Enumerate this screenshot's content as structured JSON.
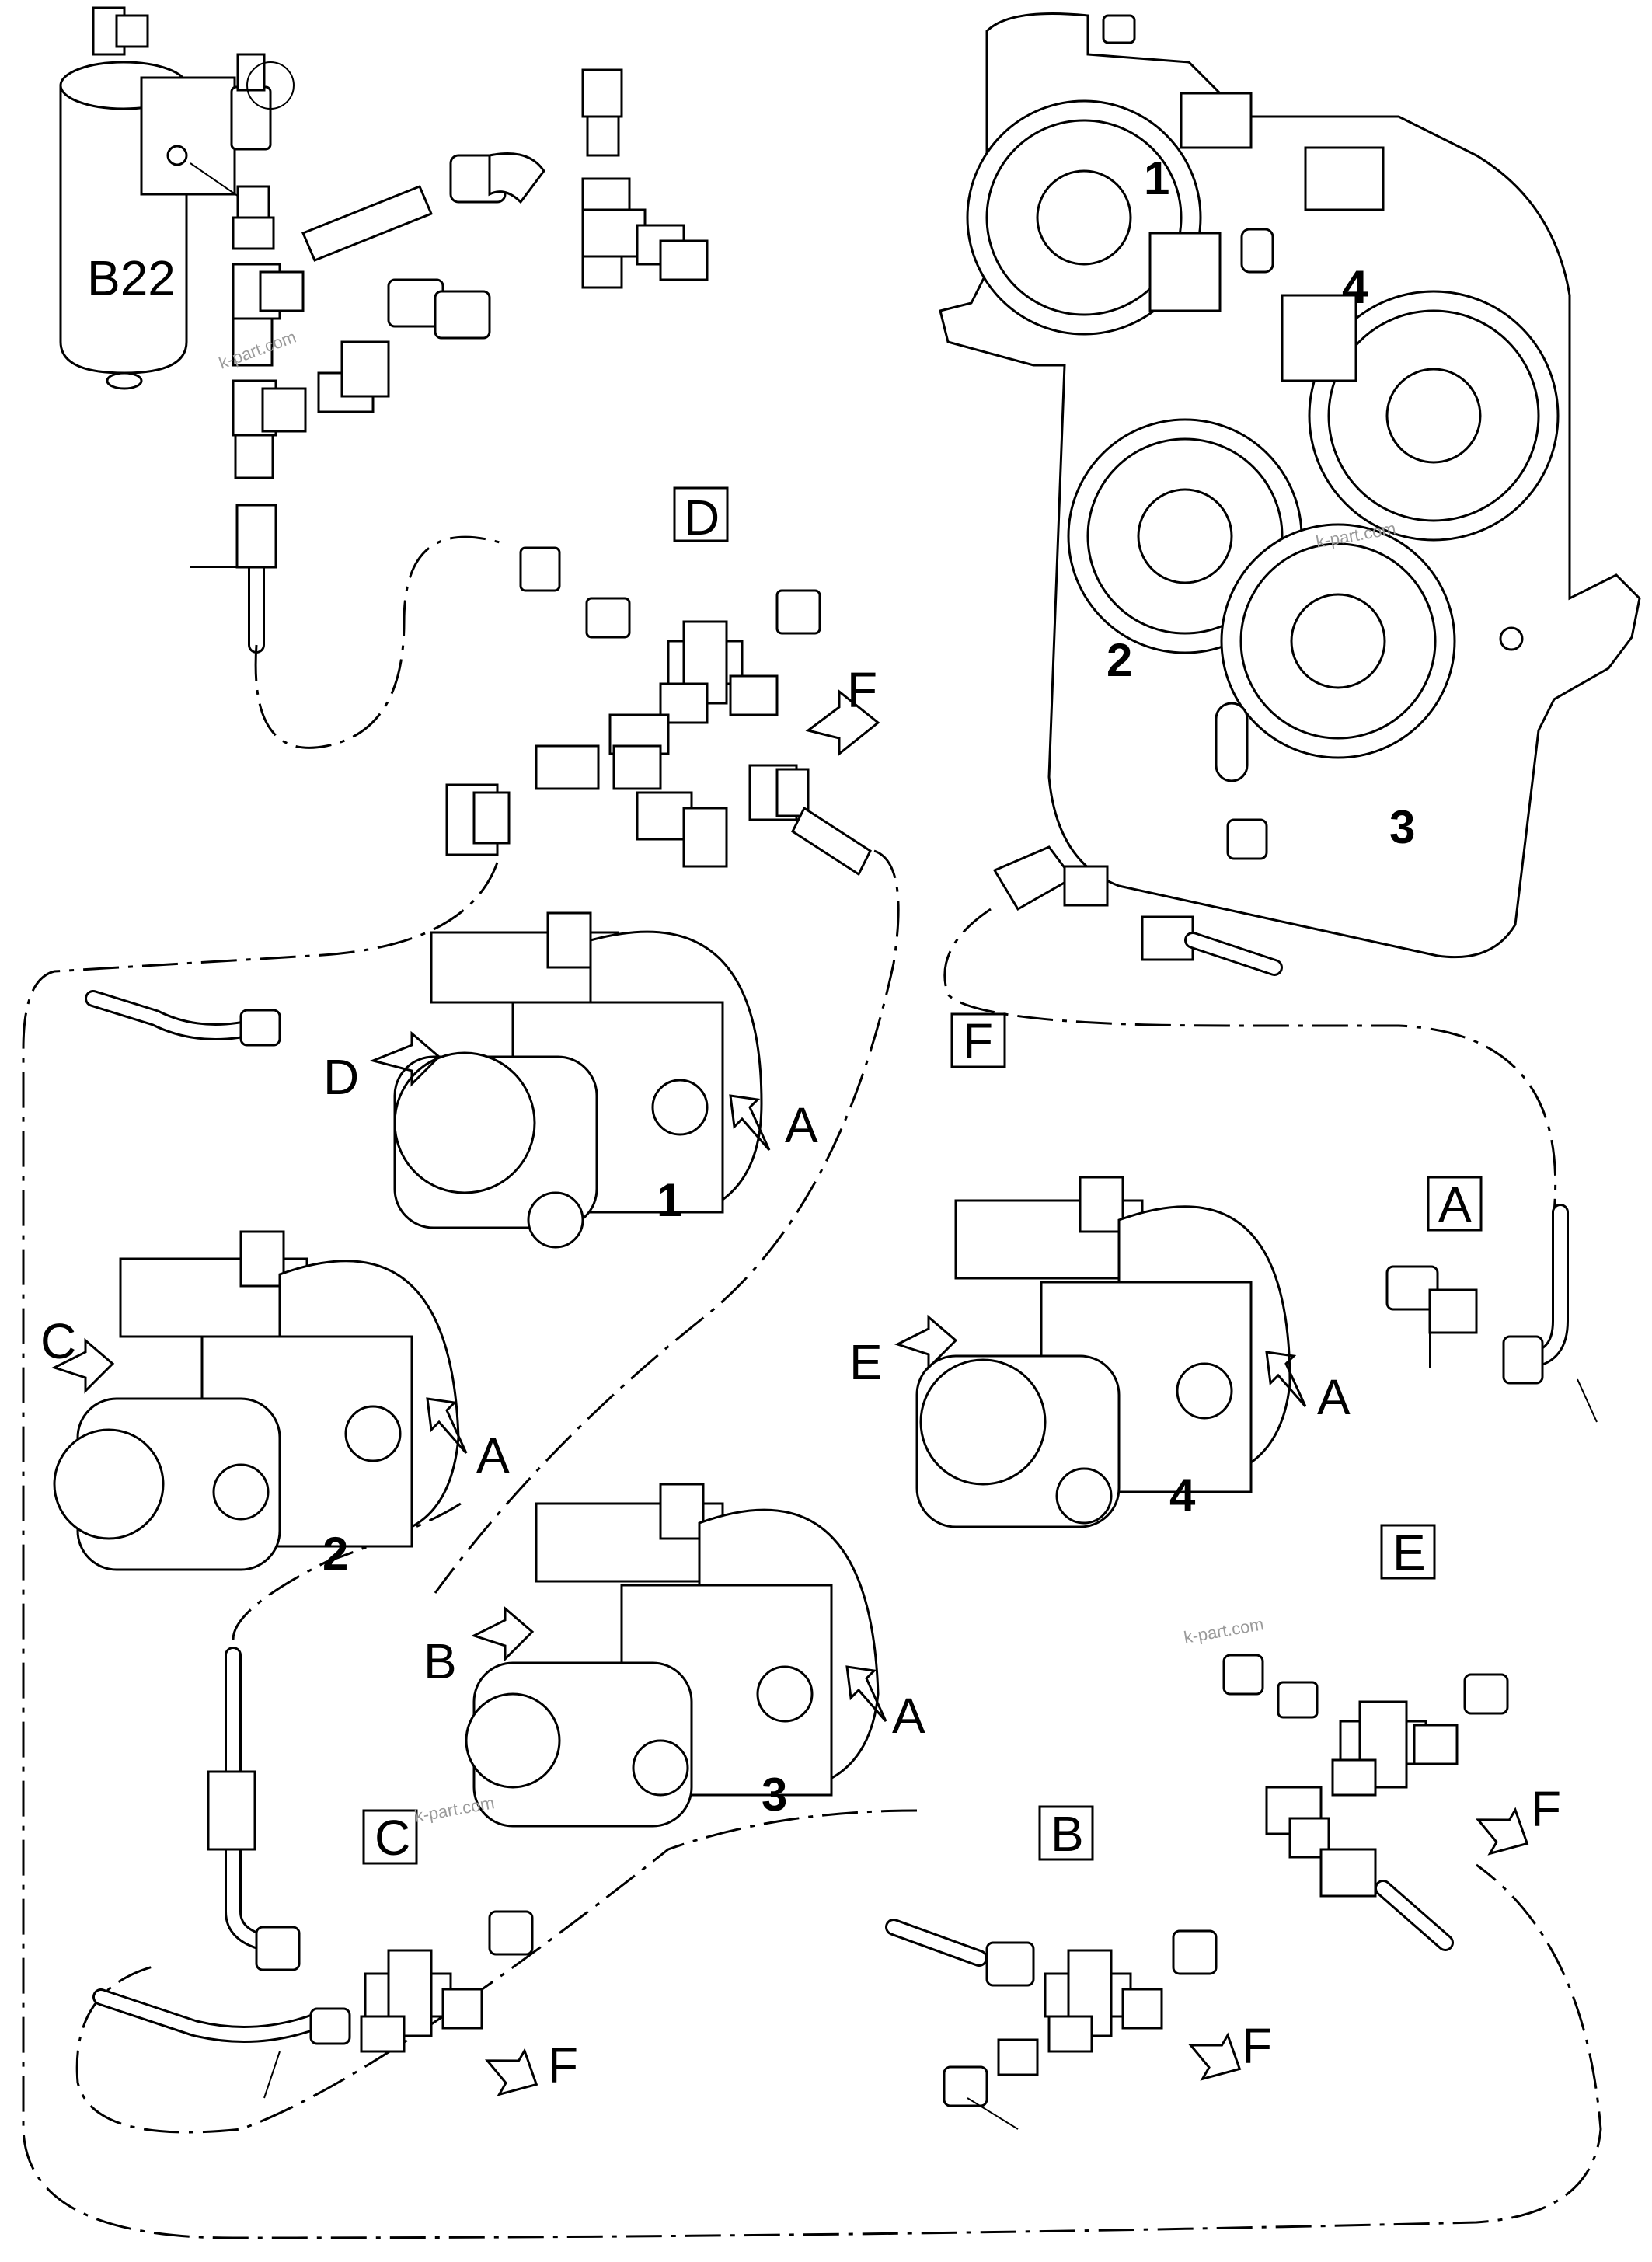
{
  "filter": {
    "label": "B22"
  },
  "callouts": {
    "D": "D",
    "F": "F",
    "A": "A",
    "C": "C",
    "B": "B",
    "E": "E"
  },
  "arrow_labels": {
    "top_F": "F",
    "pump1_D": "D",
    "pump1_A": "A",
    "pump2_C": "C",
    "pump2_A": "A",
    "pump3_B": "B",
    "pump3_A": "A",
    "pump4_E": "E",
    "pump4_A": "A",
    "detailE_F": "F",
    "detailC_F": "F",
    "detailB_F": "F"
  },
  "gearbox_ports": {
    "p1": "1",
    "p2": "2",
    "p3": "3",
    "p4": "4"
  },
  "pump_numbers": {
    "pump1": "1",
    "pump2": "2",
    "pump3": "3",
    "pump4": "4"
  },
  "watermarks": [
    "k-part.com",
    "k-part.com",
    "k-part.com",
    "k-part.com"
  ]
}
